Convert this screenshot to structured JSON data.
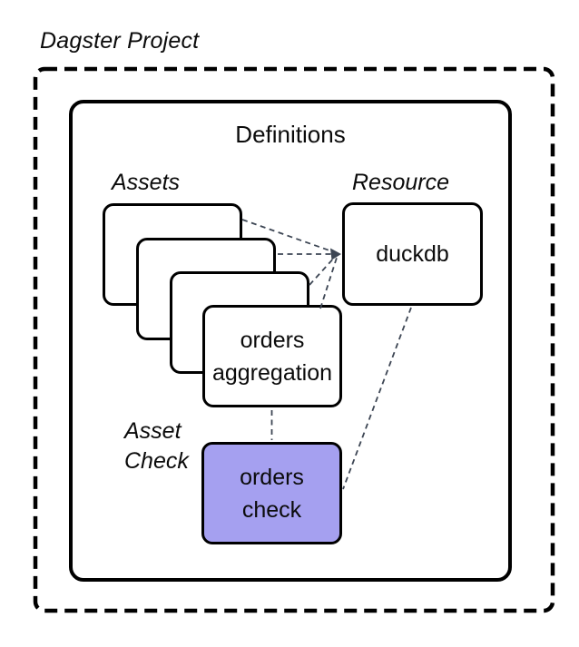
{
  "project": {
    "title": "Dagster Project"
  },
  "definitions": {
    "title": "Definitions"
  },
  "assets": {
    "section_label": "Assets",
    "stack_count": 4,
    "front_asset_name": "orders\naggregation"
  },
  "resource": {
    "section_label": "Resource",
    "name": "duckdb"
  },
  "asset_check": {
    "section_label": "Asset\nCheck",
    "name": "orders\ncheck"
  },
  "connections": [
    {
      "from": "asset-1",
      "to": "duckdb",
      "style": "dashed-arrow"
    },
    {
      "from": "asset-2",
      "to": "duckdb",
      "style": "dashed-arrow"
    },
    {
      "from": "asset-3",
      "to": "duckdb",
      "style": "dashed-arrow"
    },
    {
      "from": "orders aggregation",
      "to": "duckdb",
      "style": "dashed-arrow"
    },
    {
      "from": "orders aggregation",
      "to": "orders check",
      "style": "dashed"
    },
    {
      "from": "duckdb",
      "to": "orders check",
      "style": "dashed"
    }
  ],
  "colors": {
    "background": "#ffffff",
    "box_border": "#000000",
    "text": "#0b0b0b",
    "asset_check_fill": "#a5a0f0",
    "connector": "#3d4654"
  }
}
